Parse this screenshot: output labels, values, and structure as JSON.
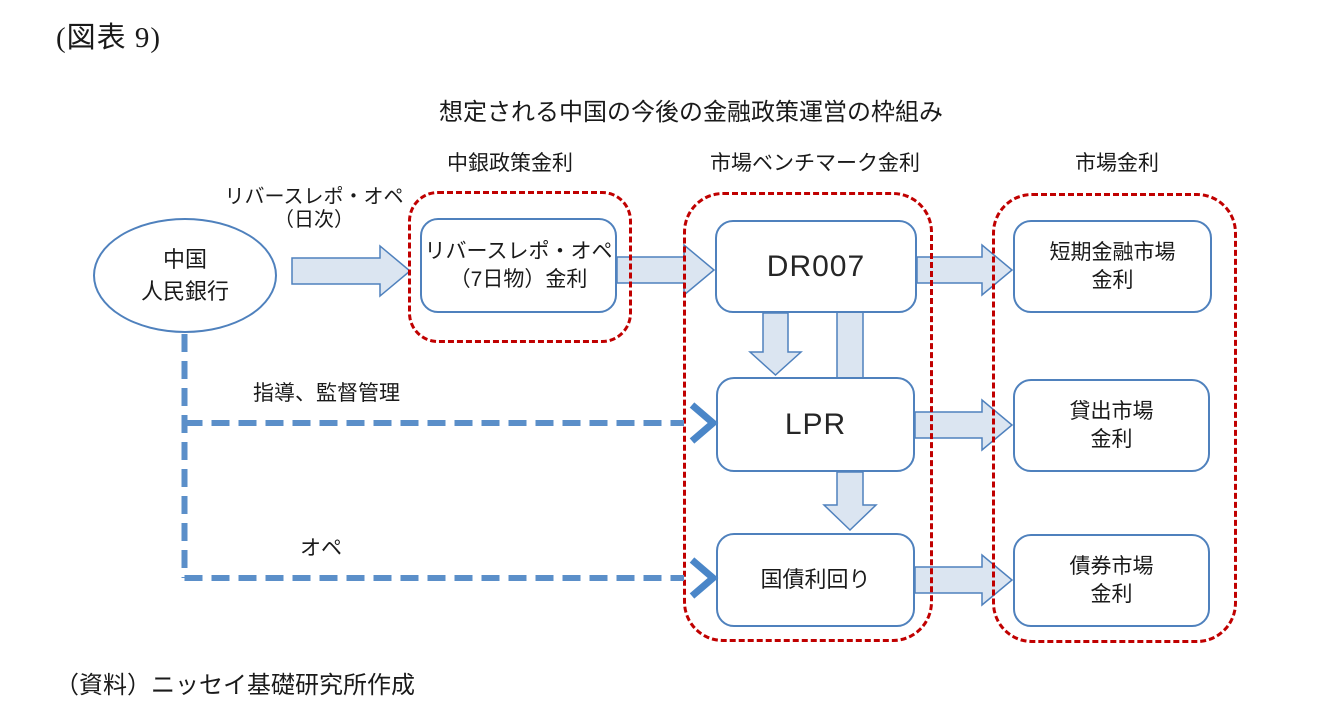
{
  "figure": {
    "label": "(図表 9)",
    "title": "想定される中国の今後の金融政策運営の枠組み",
    "source": "（資料）ニッセイ基礎研究所作成"
  },
  "columns": [
    {
      "label": "中銀政策金利"
    },
    {
      "label": "市場ベンチマーク金利"
    },
    {
      "label": "市場金利"
    }
  ],
  "nodes": {
    "central_bank": "中国\n人民銀行",
    "policy_rate": "リバースレポ・オペ\n（7日物）金利",
    "dr007": "DR007",
    "lpr": "LPR",
    "govt_bond_yield": "国債利回り",
    "short_term_market": "短期金融市場\n金利",
    "lending_market": "貸出市場\n金利",
    "bond_market": "債券市場\n金利"
  },
  "edge_labels": {
    "reverse_repo_ope": "リバースレポ・オペ\n（日次）",
    "guidance": "指導、監督管理",
    "ope": "オペ"
  },
  "edges": [
    {
      "from": "central_bank",
      "to": "policy_rate",
      "label": "リバースレポ・オペ（日次）",
      "style": "block-arrow"
    },
    {
      "from": "policy_rate",
      "to": "dr007",
      "style": "block-arrow"
    },
    {
      "from": "dr007",
      "to": "lpr",
      "style": "block-arrow-down"
    },
    {
      "from": "dr007",
      "to": "govt_bond_yield",
      "style": "block-connector-down"
    },
    {
      "from": "lpr",
      "to": "govt_bond_yield",
      "style": "block-arrow-down"
    },
    {
      "from": "dr007",
      "to": "short_term_market",
      "style": "block-arrow"
    },
    {
      "from": "lpr",
      "to": "lending_market",
      "style": "block-arrow"
    },
    {
      "from": "govt_bond_yield",
      "to": "bond_market",
      "style": "block-arrow"
    },
    {
      "from": "central_bank",
      "to": "lpr",
      "label": "指導、監督管理",
      "style": "dashed-arrow"
    },
    {
      "from": "central_bank",
      "to": "govt_bond_yield",
      "label": "オペ",
      "style": "dashed-arrow"
    }
  ],
  "colors": {
    "node_border": "#4f81bd",
    "block_arrow_fill": "#dbe5f1",
    "block_arrow_border": "#4f81bd",
    "group_border": "#c00000",
    "dashed_line": "#5b8fc9",
    "dashed_arrowhead": "#4a86c8",
    "text": "#1a1a1a"
  }
}
